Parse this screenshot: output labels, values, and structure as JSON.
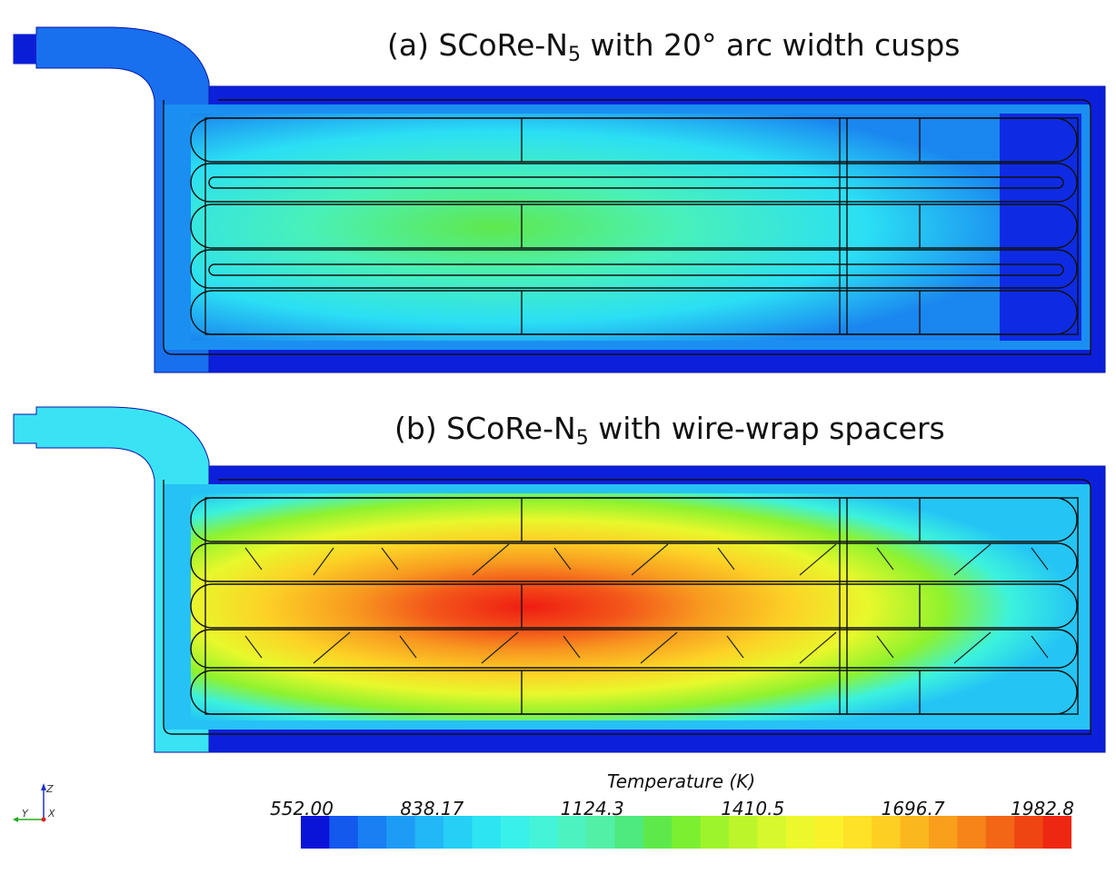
{
  "panel_a": {
    "title_prefix": "(a) SCoRe-N",
    "title_sub": "5",
    "title_suffix": " with 20° arc width cusps"
  },
  "panel_b": {
    "title_prefix": "(b) SCoRe-N",
    "title_sub": "5",
    "title_suffix": " with wire-wrap spacers"
  },
  "colorbar": {
    "title": "Temperature (K)",
    "ticks": [
      "552.00",
      "838.17",
      "1124.3",
      "1410.5",
      "1696.7",
      "1982.8"
    ],
    "colors": [
      "#0a14d9",
      "#1459ee",
      "#1a7ff2",
      "#1e9bf4",
      "#22b7f6",
      "#26cff5",
      "#2de4f3",
      "#39f0ea",
      "#43f4d8",
      "#4cf3c1",
      "#52f0a6",
      "#4ee97f",
      "#5ee94a",
      "#7cef30",
      "#9ef42a",
      "#bcf62a",
      "#d6f82c",
      "#ecf82c",
      "#fbf12a",
      "#fde227",
      "#fdcf22",
      "#fbb71e",
      "#f99f1b",
      "#f68418",
      "#f26616",
      "#ef4513",
      "#ee2712"
    ]
  },
  "axes": {
    "z": "Z",
    "y": "Y",
    "x": "X"
  }
}
